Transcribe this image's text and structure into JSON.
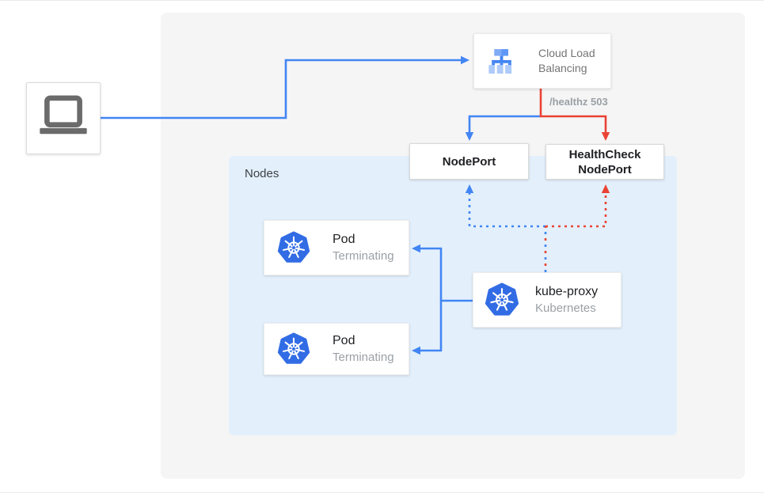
{
  "colors": {
    "blue": "#4285f4",
    "red": "#ea4335",
    "panel-bg": "#f5f5f5",
    "nodes-bg": "#e3f0fc",
    "k8s-blue": "#326ce5",
    "icon-gray": "#6b6b6b",
    "text-primary": "#202124",
    "text-secondary": "#757575",
    "text-muted": "#9aa0a6",
    "box-border": "#e0e0e0",
    "clb-light": "#7faaf5",
    "clb-medium": "#5e97f6",
    "clb-pale": "#aecbfa"
  },
  "nodes_region": {
    "label": "Nodes"
  },
  "boxes": {
    "client": {
      "icon": "laptop-icon"
    },
    "clb": {
      "label": "Cloud Load Balancing",
      "icon": "load-balancer-icon"
    },
    "nodeport": {
      "label": "NodePort"
    },
    "healthcheck": {
      "label": "HealthCheck NodePort"
    },
    "pod1": {
      "title": "Pod",
      "subtitle": "Terminating",
      "icon": "kubernetes-icon"
    },
    "pod2": {
      "title": "Pod",
      "subtitle": "Terminating",
      "icon": "kubernetes-icon"
    },
    "kube_proxy": {
      "title": "kube-proxy",
      "subtitle": "Kubernetes",
      "icon": "kubernetes-icon"
    }
  },
  "edges": [
    {
      "from": "client",
      "to": "cloud-load-balancing",
      "color": "blue",
      "style": "solid"
    },
    {
      "from": "cloud-load-balancing",
      "to": "nodeport",
      "color": "blue",
      "style": "solid"
    },
    {
      "from": "cloud-load-balancing",
      "to": "healthcheck-nodeport",
      "color": "red",
      "style": "solid",
      "label": "/healthz 503"
    },
    {
      "from": "kube-proxy",
      "to": "nodeport",
      "color": "blue",
      "style": "dotted"
    },
    {
      "from": "kube-proxy",
      "to": "healthcheck-nodeport",
      "color": "red",
      "style": "dotted"
    },
    {
      "from": "kube-proxy",
      "to": "pod-terminating-1",
      "color": "blue",
      "style": "solid"
    },
    {
      "from": "kube-proxy",
      "to": "pod-terminating-2",
      "color": "blue",
      "style": "solid"
    }
  ]
}
